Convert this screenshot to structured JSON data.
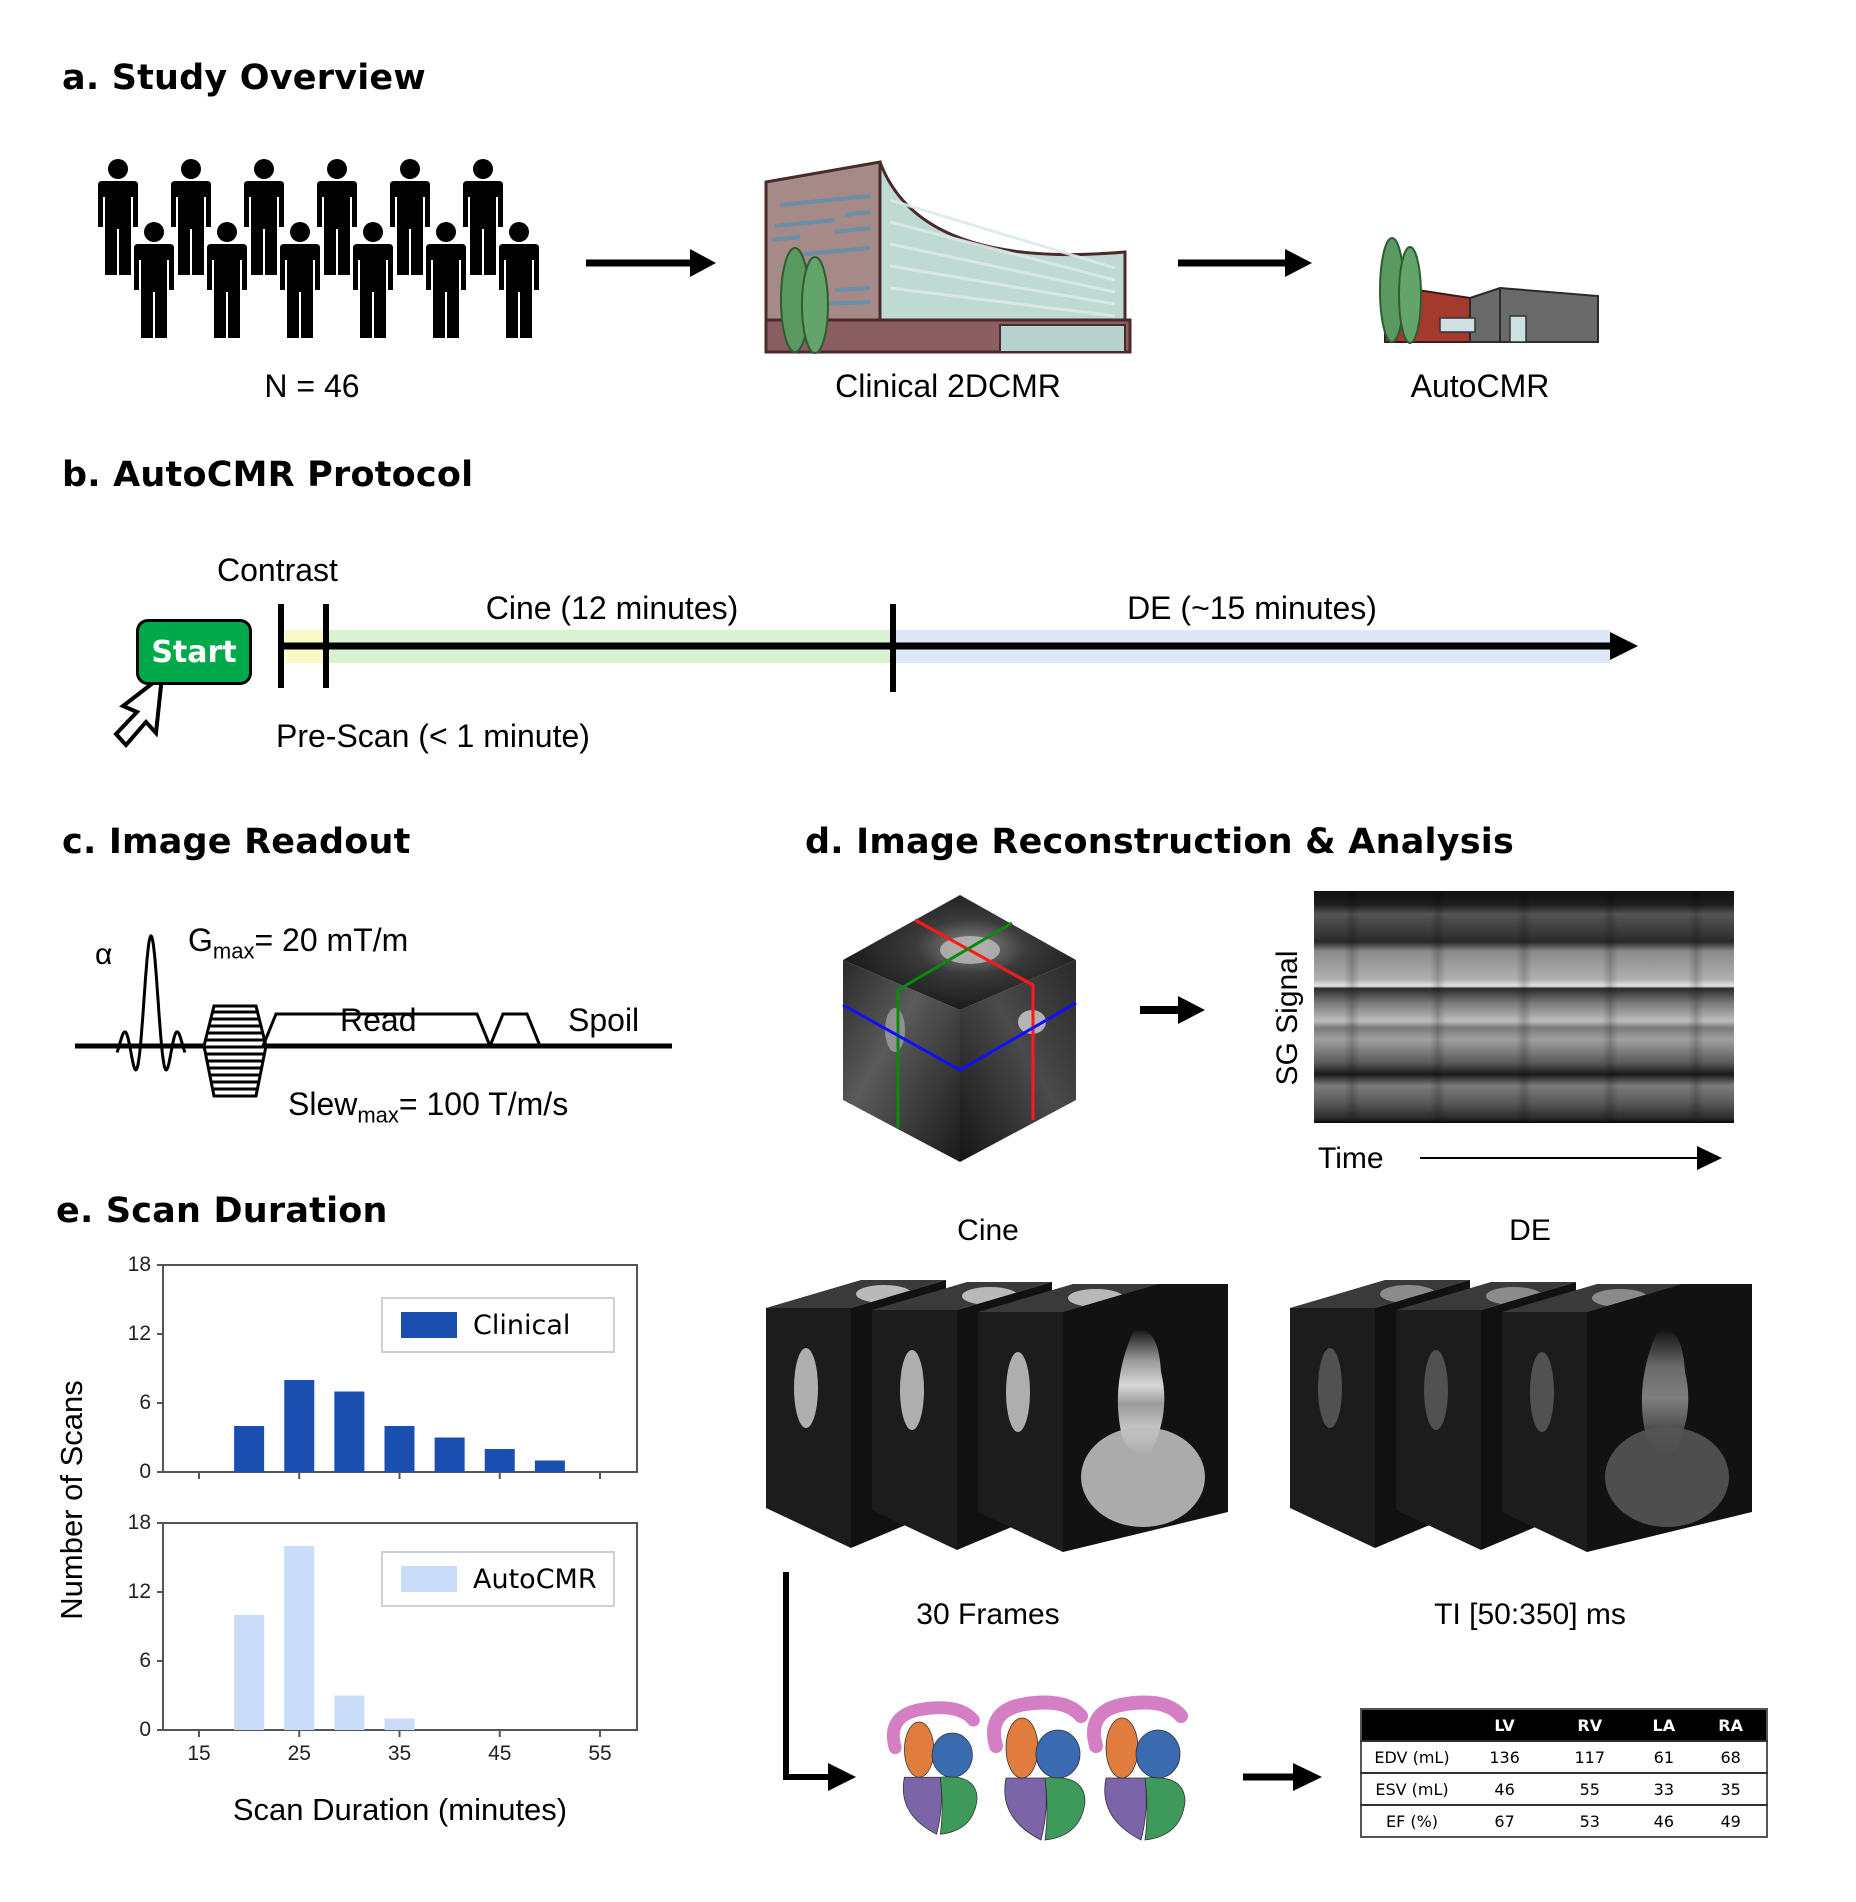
{
  "panels": {
    "a": {
      "heading": "a. Study Overview",
      "population_label": "N = 46",
      "stages": [
        "Clinical 2DCMR",
        "AutoCMR"
      ],
      "icons": [
        "people-group-icon",
        "hospital-building-icon",
        "clinic-building-icon"
      ]
    },
    "b": {
      "heading": "b. AutoCMR Protocol",
      "start_button": "Start",
      "contrast_label": "Contrast",
      "prescan_label": "Pre-Scan (< 1 minute)",
      "cine_label": "Cine (12 minutes)",
      "de_label": "DE (~15 minutes)",
      "colors": {
        "prescan": "#fafac8",
        "cine": "#d9f2d2",
        "de": "#dce8f6",
        "start": "#00aa4b"
      }
    },
    "c": {
      "heading": "c. Image Readout",
      "flip_angle": "α",
      "gmax_prefix": "G",
      "gmax_sub": "max",
      "gmax_value": "= 20 mT/m",
      "read_label": "Read",
      "spoil_label": "Spoil",
      "slew_prefix": "Slew",
      "slew_sub": "max",
      "slew_value": "= 100 T/m/s"
    },
    "d": {
      "heading": "d. Image Reconstruction & Analysis",
      "sg_signal_label": "SG Signal",
      "time_label": "Time",
      "cine_title": "Cine",
      "de_title": "DE",
      "cine_caption": "30 Frames",
      "de_caption": "TI [50:350] ms",
      "slice_line_colors": {
        "red": "#ff1a1a",
        "green": "#0a8a0a",
        "blue": "#1010ff"
      },
      "heart_segment_colors": {
        "aorta": "#d47fc4",
        "lv_top": "#e07c3e",
        "la": "#3a6ab0",
        "rv": "#7b64a8",
        "lv": "#3e9a5a"
      },
      "results_table": {
        "columns": [
          "",
          "LV",
          "RV",
          "LA",
          "RA"
        ],
        "rows": [
          {
            "label": "EDV (mL)",
            "values": [
              "136",
              "117",
              "61",
              "68"
            ]
          },
          {
            "label": "ESV (mL)",
            "values": [
              "46",
              "55",
              "33",
              "35"
            ]
          },
          {
            "label": "EF (%)",
            "values": [
              "67",
              "53",
              "46",
              "49"
            ]
          }
        ]
      }
    },
    "e": {
      "heading": "e. Scan Duration"
    }
  },
  "chart_data": [
    {
      "type": "bar",
      "title": "",
      "legend": "Clinical",
      "legend_position": "top-right",
      "color": "#1a4fb0",
      "xlabel": "Scan Duration (minutes)",
      "ylabel": "Number of Scans",
      "x": [
        20,
        25,
        30,
        35,
        40,
        45,
        50
      ],
      "values": [
        4,
        8,
        7,
        4,
        3,
        2,
        1
      ],
      "xlim": [
        13,
        57
      ],
      "ylim": [
        0,
        18
      ],
      "yticks": [
        "0",
        "6",
        "12",
        "18"
      ],
      "xticks": [
        "15",
        "25",
        "35",
        "45",
        "55"
      ],
      "grid": false
    },
    {
      "type": "bar",
      "title": "",
      "legend": "AutoCMR",
      "legend_position": "top-right",
      "color": "#c9dcfa",
      "xlabel": "Scan Duration (minutes)",
      "ylabel": "Number of Scans",
      "x": [
        20,
        25,
        30,
        35
      ],
      "values": [
        10,
        16,
        3,
        1
      ],
      "xlim": [
        13,
        57
      ],
      "ylim": [
        0,
        18
      ],
      "yticks": [
        "0",
        "6",
        "12",
        "18"
      ],
      "xticks": [
        "15",
        "25",
        "35",
        "45",
        "55"
      ],
      "grid": false
    }
  ]
}
